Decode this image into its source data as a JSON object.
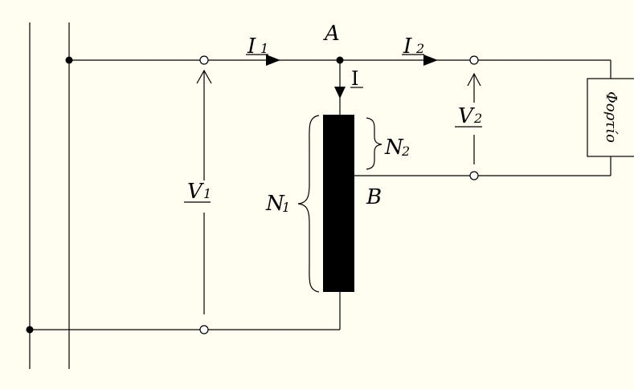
{
  "labels": {
    "current_in": "I",
    "current_in_sub": "1",
    "node_a": "A",
    "current_out": "I",
    "current_out_sub": "2",
    "current_tap": "I",
    "voltage_in": "V",
    "voltage_in_sub": "1",
    "voltage_out": "V",
    "voltage_out_sub": "2",
    "turns_total": "N",
    "turns_total_sub": "1",
    "turns_partial": "N",
    "turns_partial_sub": "2",
    "node_b": "B",
    "load": "Φορτίο"
  }
}
